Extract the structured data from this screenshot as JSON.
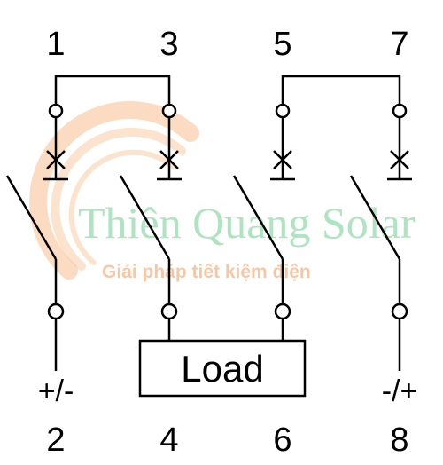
{
  "terminals_top": [
    "1",
    "3",
    "5",
    "7"
  ],
  "terminals_bottom": [
    "2",
    "4",
    "6",
    "8"
  ],
  "polarity_left": "+/-",
  "polarity_right": "-/+",
  "load_label": "Load",
  "watermark": {
    "title": "Thiên Quang Solar",
    "subtitle": "Giải pháp tiết kiệm điện"
  },
  "colors": {
    "line": "#000000",
    "watermark_green": "#6fcf8f",
    "watermark_orange": "#f2a36a"
  }
}
